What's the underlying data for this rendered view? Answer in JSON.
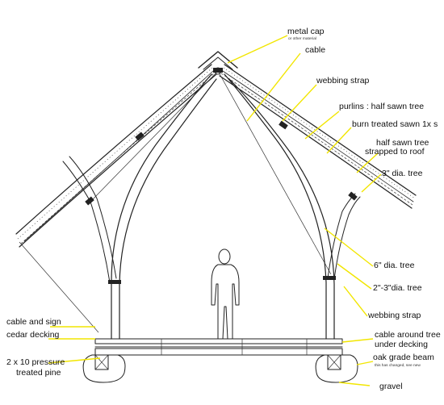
{
  "labels": {
    "metal_cap": "metal cap",
    "metal_cap_note": "or other material",
    "cable": "cable",
    "webbing_strap_top": "webbing strap",
    "purlins": "purlins : half sawn tree",
    "burn_treated": "burn treated sawn 1x s",
    "half_sawn_1": "half sawn tree",
    "half_sawn_2": "strapped to roof",
    "tree_3": "3\" dia. tree",
    "tree_6": "6\" dia. tree",
    "tree_2_3": "2\"-3\"dia. tree",
    "webbing_strap_bottom": "webbing strap",
    "cable_sign": "cable and sign",
    "cedar_decking": "cedar decking",
    "pressure_1": "2 x 10 pressure",
    "pressure_2": "treated pine",
    "cable_tree_1": "cable around tree",
    "cable_tree_2": "under decking",
    "oak_beam": "oak grade beam",
    "oak_beam_note": "this has changed, see new",
    "gravel": "gravel"
  },
  "colors": {
    "leader_line": "#f2e600",
    "ink": "#222222"
  }
}
